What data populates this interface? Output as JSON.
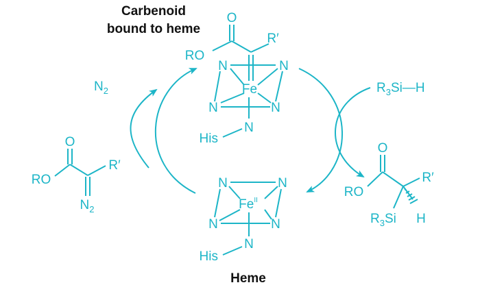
{
  "colors": {
    "ink": "#1cb5c7",
    "caption": "#111111"
  },
  "captions": {
    "top_line1": "Carbenoid",
    "top_line2": "bound to heme",
    "bottom": "Heme"
  },
  "atoms": {
    "n": "N",
    "fe": "Fe",
    "fe_ii_sup": "II",
    "his": "His",
    "o": "O",
    "ro": "RO",
    "r_prime": "R′",
    "h": "H",
    "si": "Si",
    "r": "R",
    "three": "3",
    "two": "2",
    "si_h": "Si—H"
  }
}
